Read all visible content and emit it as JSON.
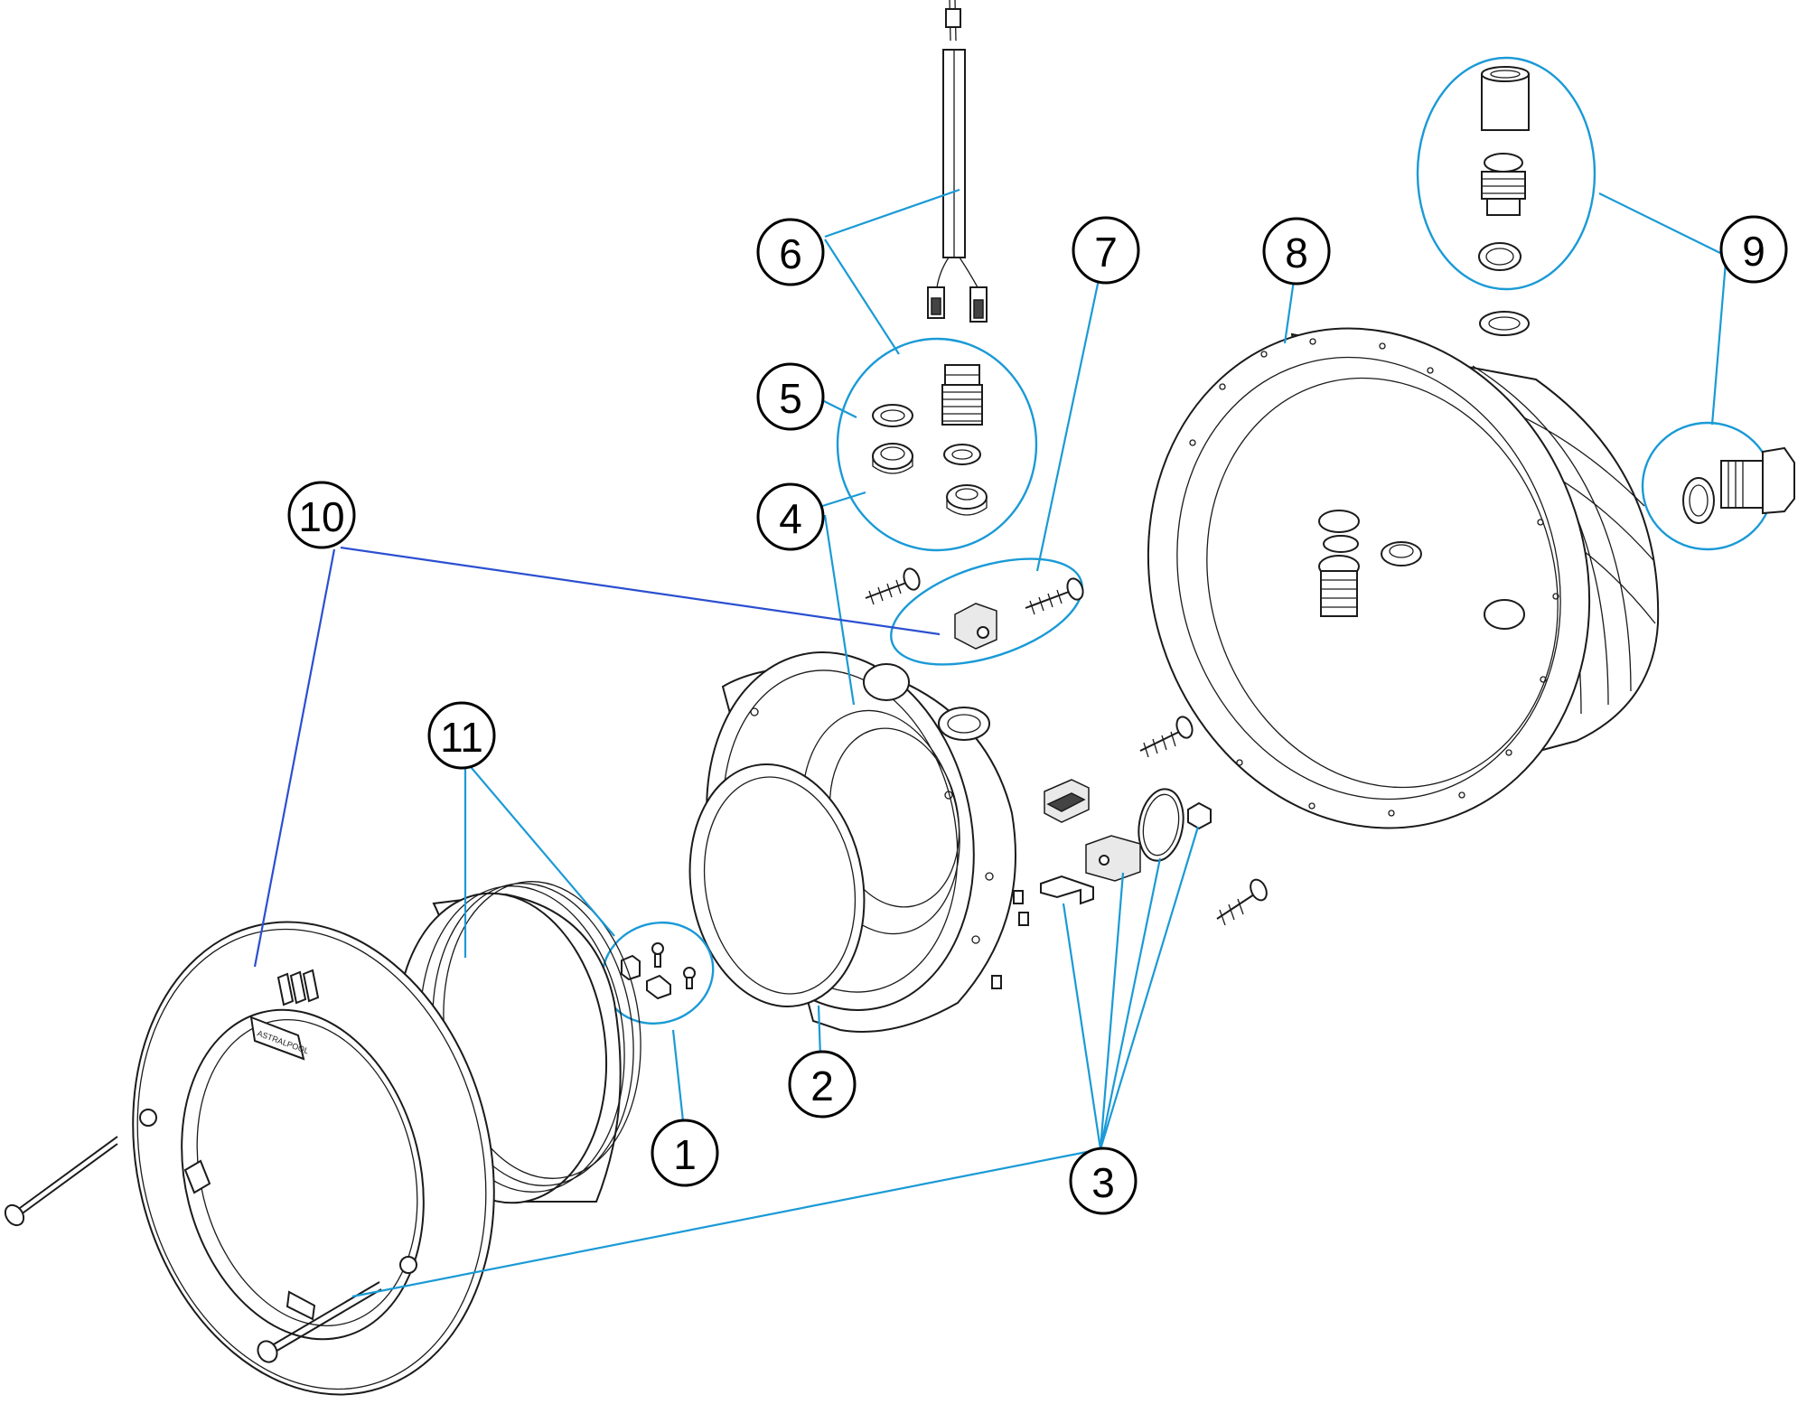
{
  "callouts": [
    {
      "id": "1",
      "label": "1"
    },
    {
      "id": "2",
      "label": "2"
    },
    {
      "id": "3",
      "label": "3"
    },
    {
      "id": "4",
      "label": "4"
    },
    {
      "id": "5",
      "label": "5"
    },
    {
      "id": "6",
      "label": "6"
    },
    {
      "id": "7",
      "label": "7"
    },
    {
      "id": "8",
      "label": "8"
    },
    {
      "id": "9",
      "label": "9"
    },
    {
      "id": "10",
      "label": "10"
    },
    {
      "id": "11",
      "label": "11"
    }
  ],
  "logo_text": "ASTRALPOOL",
  "colors": {
    "leader": "#1a9ad6",
    "leader_dark": "#2b4fd0",
    "outline": "#1b1b1b"
  }
}
